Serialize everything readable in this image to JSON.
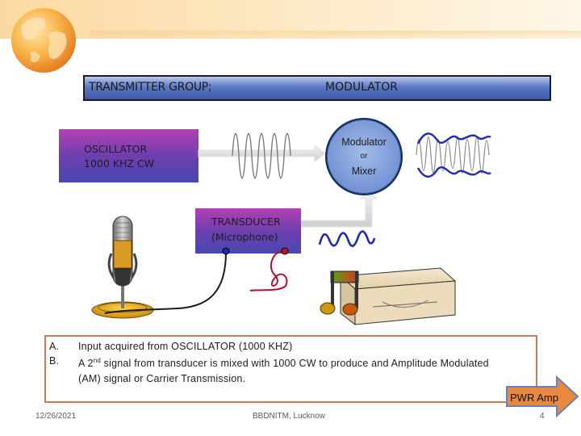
{
  "title": {
    "left": "TRANSMITTER GROUP;",
    "right": "MODULATOR"
  },
  "oscillator": {
    "line1": "OSCILLATOR",
    "line2": "1000 KHZ CW"
  },
  "modulator": {
    "line1": "Modulator",
    "line2": "or",
    "line3": "Mixer"
  },
  "transducer": {
    "line1": "TRANSDUCER",
    "line2": "(Microphone)"
  },
  "notes": {
    "a_letter": "A.",
    "b_letter": "B.",
    "a_text": "Input acquired from OSCILLATOR (1000 KHZ)",
    "b_prefix": "A 2",
    "b_sup": "nd",
    "b_suffix": " signal from transducer is mixed with 1000 CW to produce and Amplitude Modulated (AM) signal or Carrier Transmission."
  },
  "pwr_amp": "PWR Amp",
  "footer": {
    "date": "12/26/2021",
    "center": "BBDNITM, Lucknow",
    "page": "4"
  },
  "colors": {
    "title_bar": "#5b79c6",
    "box_purple": "#8a3fb0",
    "modulator_circle": "#7b99d8",
    "arrow_orange": "#e8893e",
    "wave_blue": "#1f2bb0",
    "notes_border": "#c87a5a"
  },
  "icons": [
    "globe-icon",
    "microphone-icon",
    "music-note-icon",
    "cd-drive-icon",
    "pwr-amp-arrow-icon"
  ]
}
